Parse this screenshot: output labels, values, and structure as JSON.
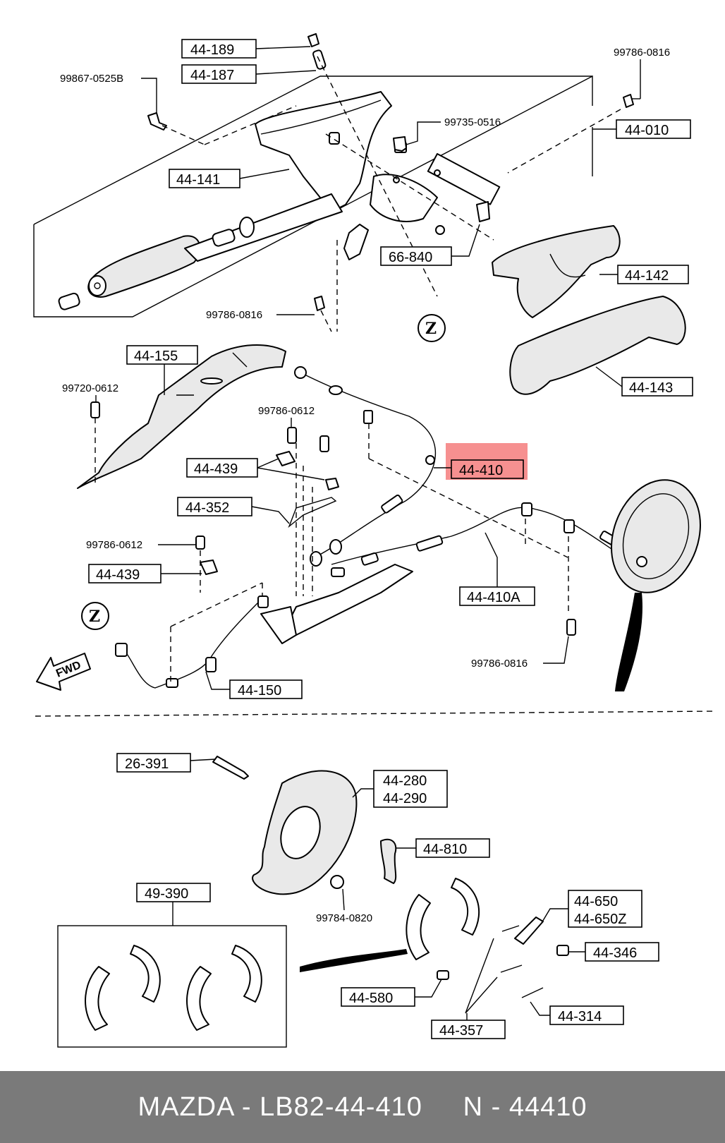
{
  "labels": {
    "l44_189": "44-189",
    "l44_187": "44-187",
    "l99867": "99867-0525B",
    "l99786a": "99786-0816",
    "l44_010": "44-010",
    "l99735": "99735-0516",
    "l44_141": "44-141",
    "l66_840": "66-840",
    "l44_142": "44-142",
    "l99786b": "99786-0816",
    "z1": "Z",
    "l44_155": "44-155",
    "l44_143": "44-143",
    "l99720": "99720-0612",
    "l99786_0612a": "99786-0612",
    "l44_439a": "44-439",
    "l44_410": "44-410",
    "l44_352": "44-352",
    "l99786_0612b": "99786-0612",
    "l44_439b": "44-439",
    "l44_410A": "44-410A",
    "z2": "Z",
    "l99786c": "99786-0816",
    "fwd": "FWD",
    "l44_150": "44-150",
    "l26_391": "26-391",
    "l44_280": "44-280",
    "l44_290": "44-290",
    "l44_810": "44-810",
    "l49_390": "49-390",
    "l99784": "99784-0820",
    "l44_650": "44-650",
    "l44_650Z": "44-650Z",
    "l44_346": "44-346",
    "l44_580": "44-580",
    "l44_314": "44-314",
    "l44_357": "44-357"
  },
  "footer": {
    "left": "MAZDA - LB82-44-410",
    "right": "N - 44410"
  },
  "colors": {
    "highlight": "#f47c7c",
    "footer_bg": "#7a7a7a",
    "footer_text": "#ffffff"
  }
}
